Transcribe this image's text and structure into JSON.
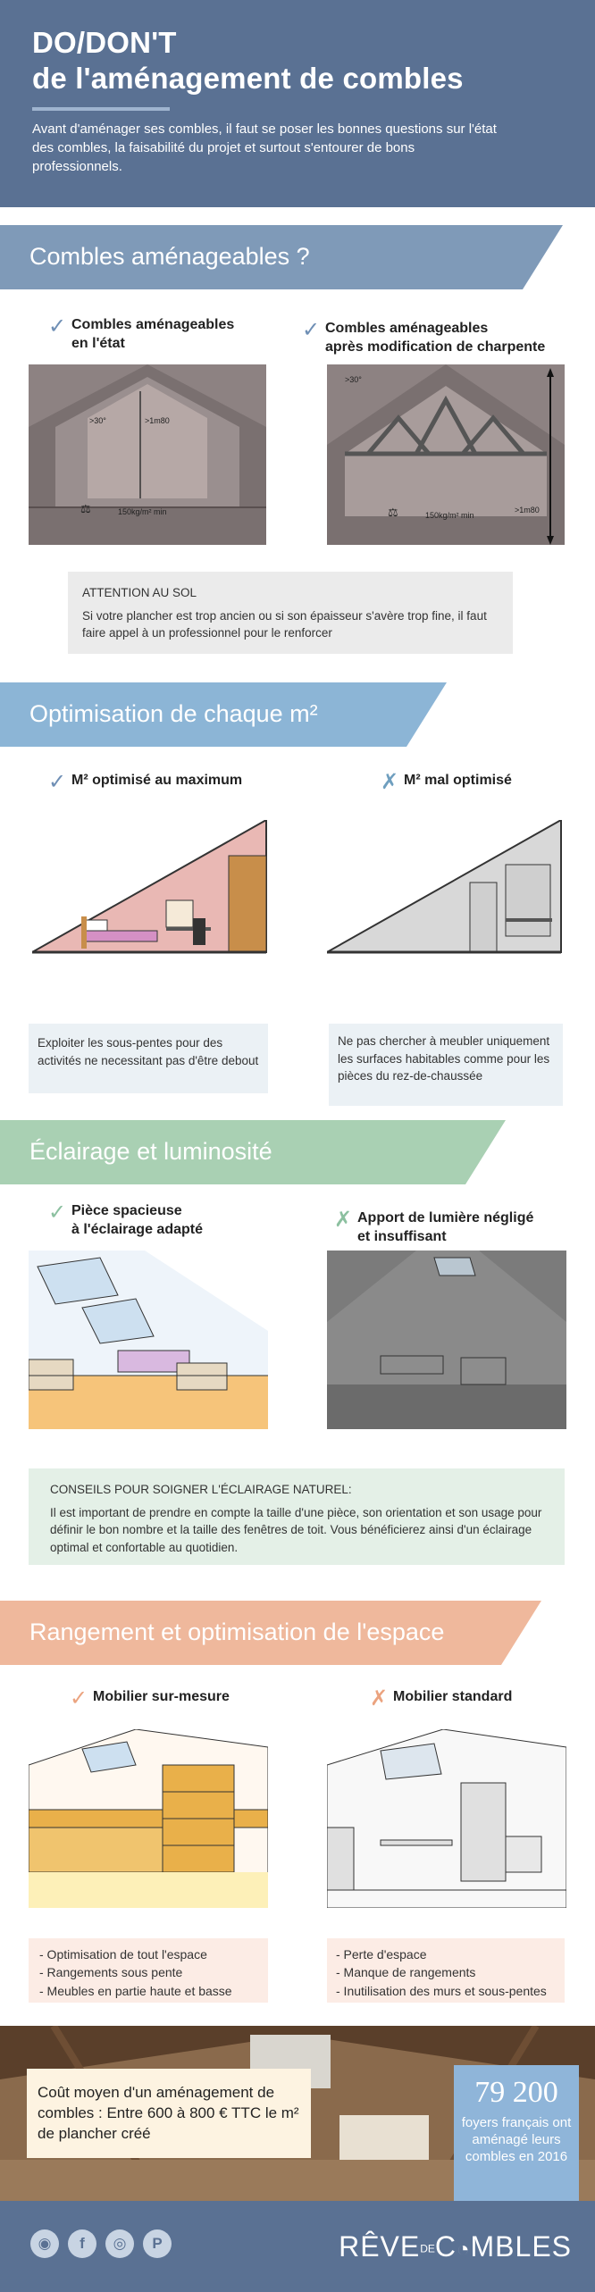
{
  "header": {
    "title_line1": "DO/DON'T",
    "title_line2": "de l'aménagement de combles",
    "intro": "Avant d'aménager ses combles, il faut se poser les bonnes questions sur l'état des combles, la faisabilité du projet et surtout s'entourer de bons professionnels."
  },
  "section1": {
    "title": "Combles aménageables ?",
    "left_line1": "Combles aménageables",
    "left_line2": "en l'état",
    "right_line1": "Combles aménageables",
    "right_line2": "après modification de charpente",
    "left_angle": ">30°",
    "left_height": ">1m80",
    "left_load": "150kg/m² min",
    "right_angle": ">30°",
    "right_height": ">1m80",
    "right_load": "150kg/m² min",
    "note_title": "ATTENTION AU SOL",
    "note_text": "Si votre plancher est trop ancien ou si son épaisseur s'avère trop fine, il faut faire appel à un professionnel pour le renforcer"
  },
  "section2": {
    "title": "Optimisation de chaque m²",
    "left_label": "M² optimisé au maximum",
    "right_label": "M² mal optimisé",
    "left_text": "Exploiter les sous-pentes pour des activités ne necessitant pas d'être debout",
    "right_text": "Ne pas chercher à meubler uniquement les surfaces habitables comme pour les pièces du rez-de-chaussée"
  },
  "section3": {
    "title": "Éclairage et luminosité",
    "left_line1": "Pièce spacieuse",
    "left_line2": "à l'éclairage adapté",
    "right_line1": "Apport de lumière négligé",
    "right_line2": "et insuffisant",
    "note_title": "CONSEILS POUR SOIGNER L'ÉCLAIRAGE NATUREL:",
    "note_text": "Il est important de prendre en compte la taille d'une pièce, son orientation et son usage pour définir le bon nombre et la taille des fenêtres de toit. Vous bénéficierez ainsi d'un éclairage optimal et confortable au quotidien."
  },
  "section4": {
    "title": "Rangement et optimisation de l'espace",
    "left_label": "Mobilier sur-mesure",
    "right_label": "Mobilier standard",
    "left_bullets": [
      "- Optimisation de tout l'espace",
      "- Rangements sous pente",
      "- Meubles en partie haute et basse"
    ],
    "right_bullets": [
      "- Perte d'espace",
      "- Manque de rangements",
      "- Inutilisation des murs et sous-pentes"
    ]
  },
  "bottom": {
    "cost_text": "Coût moyen d'un aménagement de combles : Entre 600 à 800 € TTC le m² de plancher créé",
    "stat_number": "79 200",
    "stat_text": "foyers français ont aménagé leurs combles en 2016"
  },
  "footer": {
    "logo_left": "RÊVE",
    "logo_mid": "DE",
    "logo_right": "C",
    "logo_end": "MBLES",
    "social": [
      "rss-icon",
      "facebook-icon",
      "instagram-icon",
      "pinterest-icon"
    ]
  },
  "colors": {
    "header_bg": "#5a7193",
    "banner1": "#7f9ab8",
    "banner2": "#8cb5d6",
    "banner3": "#a9d0b3",
    "banner4": "#efb89c",
    "check_blue": "#6f8fb5",
    "cross_blue": "#6f9fbf",
    "check_green": "#8cc0a0",
    "check_orange": "#eba37f"
  }
}
